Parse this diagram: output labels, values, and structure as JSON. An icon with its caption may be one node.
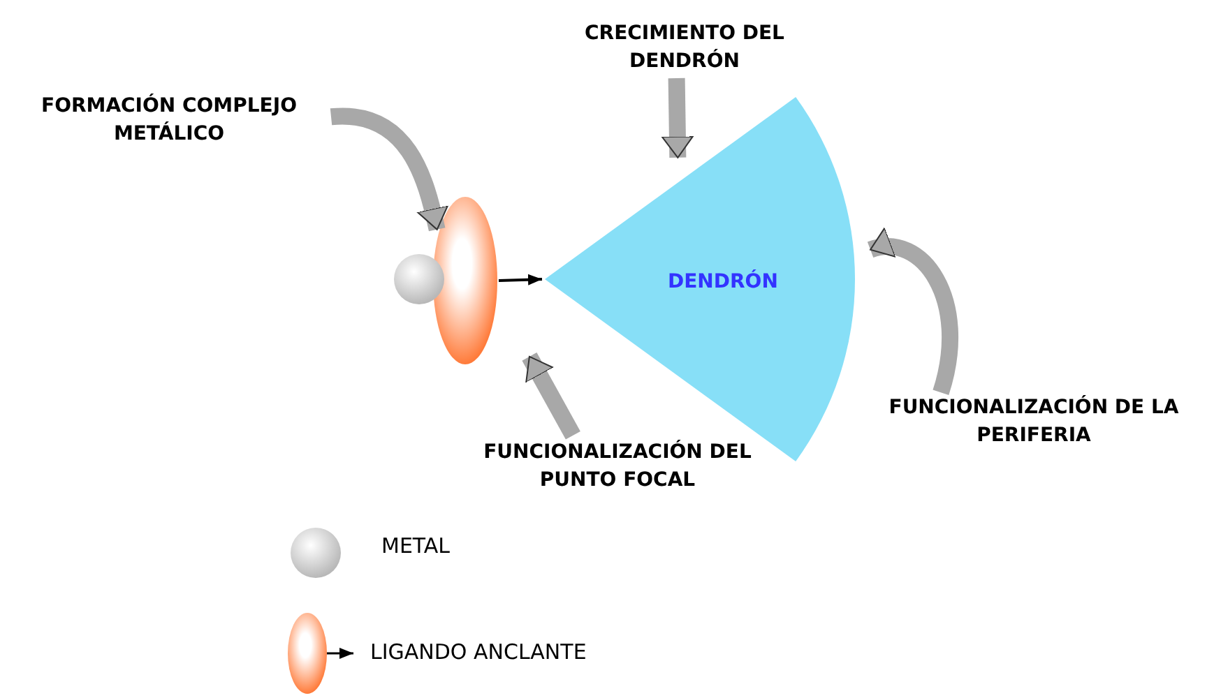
{
  "diagram": {
    "nodes": [
      {
        "text": [
          "FORMACIÓN COMPLEJO METÁLICO"
        ]
      },
      {
        "text": [
          "CRECIMIENTO DEL DENDRÓN"
        ]
      },
      {
        "text": [],
        "shape": "circle"
      },
      {
        "text": [],
        "shape": "ellipse"
      },
      {
        "text": [
          "DENDRÓN"
        ]
      },
      {
        "text": [
          "FUNCIONALIZACIÓN DEL PUNTO FOCAL"
        ]
      },
      {
        "text": [
          "FUNCIONALIZACIÓN DE LA PERIFERIA"
        ]
      }
    ],
    "edges": [
      {
        "from": 0,
        "to": 3,
        "arrow": "to"
      },
      {
        "from": 1,
        "to": 4,
        "arrow": "to"
      },
      {
        "from": 3,
        "to": 4,
        "arrow": "to",
        "color": "#000000"
      },
      {
        "from": 5,
        "to": 4,
        "arrow": "to"
      },
      {
        "from": 6,
        "to": 4,
        "arrow": "to"
      }
    ],
    "legend": [
      {
        "text": "METAL"
      },
      {
        "text": "LIGANDO ANCLANTE"
      }
    ]
  }
}
